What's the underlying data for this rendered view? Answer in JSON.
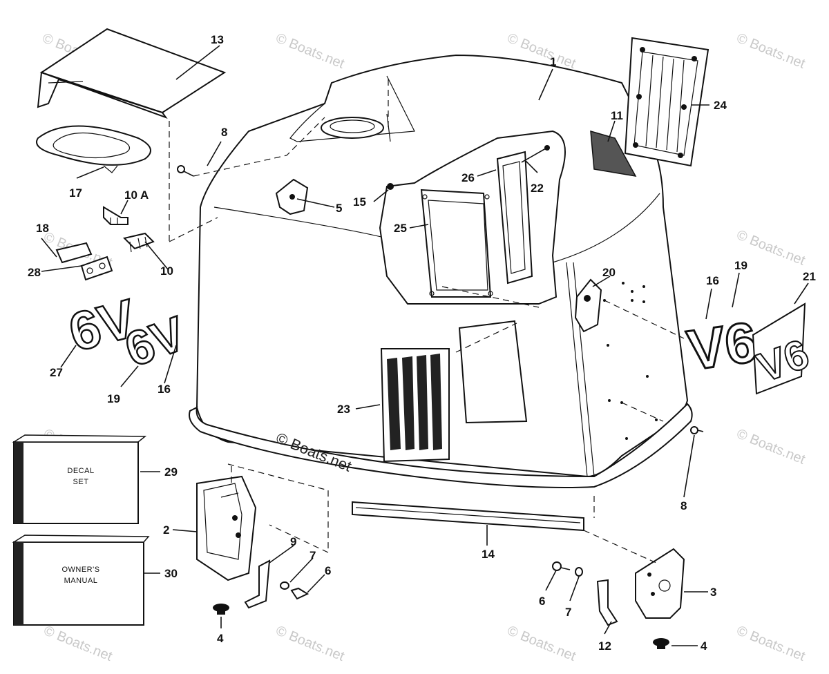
{
  "watermark_text": "© Boats.net",
  "main_watermark_text": "© Boats.net",
  "callouts": {
    "c1": "1",
    "c2": "2",
    "c3": "3",
    "c4a": "4",
    "c4b": "4",
    "c5": "5",
    "c6a": "6",
    "c6b": "6",
    "c7a": "7",
    "c7b": "7",
    "c8a": "8",
    "c8b": "8",
    "c9": "9",
    "c10": "10",
    "c10a": "10 A",
    "c11": "11",
    "c12": "12",
    "c13": "13",
    "c14": "14",
    "c15": "15",
    "c16a": "16",
    "c16b": "16",
    "c17": "17",
    "c18": "18",
    "c19a": "19",
    "c19b": "19",
    "c20": "20",
    "c21": "21",
    "c22": "22",
    "c23": "23",
    "c24": "24",
    "c25": "25",
    "c26": "26",
    "c27": "27",
    "c28": "28",
    "c29": "29",
    "c30": "30"
  },
  "boxes": {
    "decal_line1": "DECAL",
    "decal_line2": "SET",
    "manual_line1": "OWNER'S",
    "manual_line2": "MANUAL"
  },
  "emblems": {
    "v6_right": "V6",
    "v6_decal": "V6",
    "v6_left_raised": "6V",
    "v6_left": "6V"
  }
}
